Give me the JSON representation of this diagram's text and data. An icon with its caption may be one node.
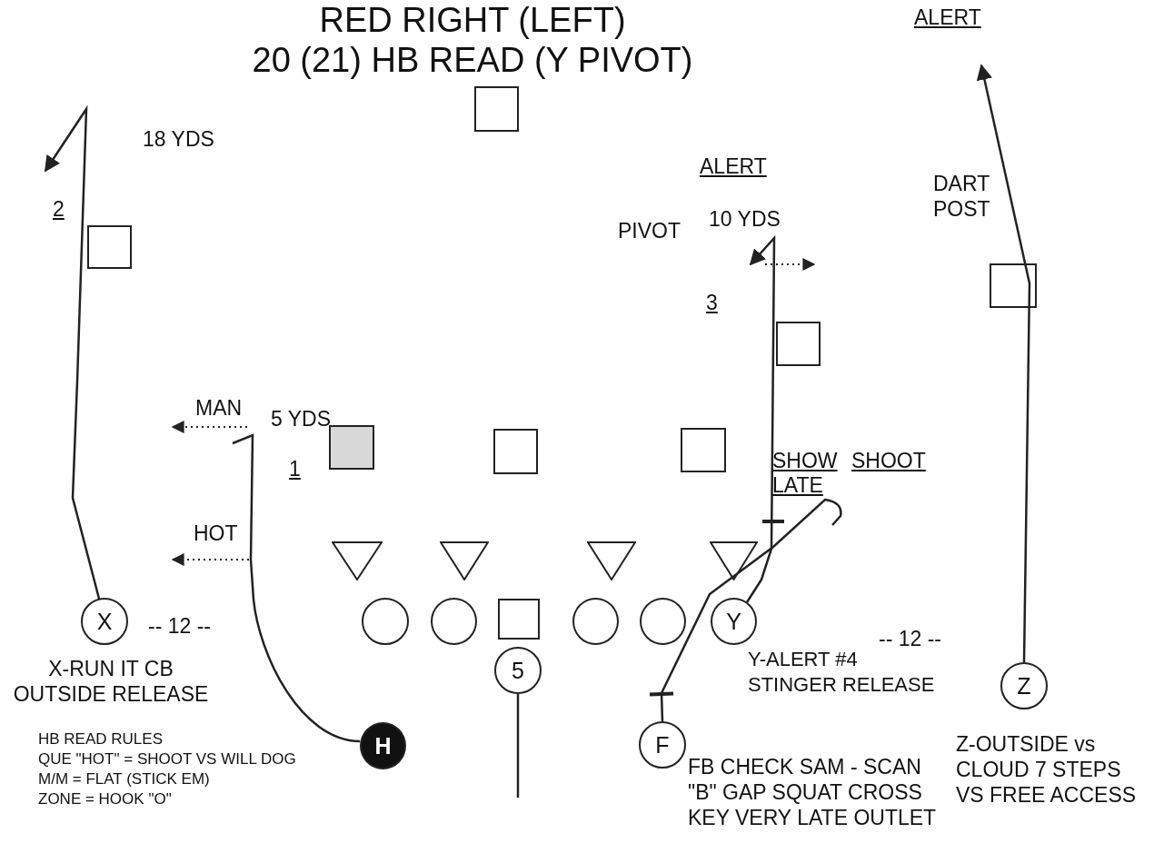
{
  "diagram": {
    "title": "RED RIGHT (LEFT) 20 (21) HB READ (Y PIVOT)",
    "nodes": [
      {
        "text": [],
        "shape": "box"
      },
      {
        "text": [],
        "shape": "box"
      },
      {
        "text": [],
        "shape": "box"
      },
      {
        "text": [],
        "shape": "box"
      },
      {
        "text": [],
        "shape": "box"
      },
      {
        "text": [],
        "shape": "box"
      },
      {
        "text": [],
        "shape": "box"
      },
      {
        "text": [],
        "shape": "triangle"
      },
      {
        "text": [],
        "shape": "triangle"
      },
      {
        "text": [],
        "shape": "triangle"
      },
      {
        "text": [],
        "shape": "triangle"
      },
      {
        "text": [
          "X"
        ],
        "beside": [
          "X-RUN IT CB OUTSIDE RELEASE"
        ]
      },
      {
        "text": [],
        "shape": "circle"
      },
      {
        "text": [],
        "shape": "circle"
      },
      {
        "text": [],
        "shape": "box"
      },
      {
        "text": [],
        "shape": "circle"
      },
      {
        "text": [],
        "shape": "circle"
      },
      {
        "text": [
          "Y"
        ],
        "beside": [
          "Y-ALERT #4 STINGER RELEASE"
        ]
      },
      {
        "text": [
          "5"
        ]
      },
      {
        "text": [
          "Z"
        ],
        "beside": [
          "Z-OUTSIDE vs CLOUD 7 STEPS VS FREE ACCESS"
        ]
      },
      {
        "text": [
          "H"
        ]
      },
      {
        "text": [
          "F"
        ],
        "beside": [
          "FB CHECK SAM - SCAN \"B\" GAP SQUAT CROSS KEY VERY LATE OUTLET"
        ]
      }
    ],
    "edges": [
      {
        "from": 11,
        "to": null,
        "arrow": "to"
      },
      {
        "from": 20,
        "to": null,
        "arrow": "none"
      },
      {
        "from": 17,
        "to": null,
        "arrow": "to"
      },
      {
        "from": 21,
        "to": null,
        "arrow": "other"
      },
      {
        "from": 19,
        "to": null,
        "arrow": "to"
      },
      {
        "from": 18,
        "to": null,
        "arrow": "none"
      }
    ],
    "labels": [
      "ALERT",
      "18 YDS",
      "ALERT",
      "DART POST",
      "2",
      "10 YDS",
      "PIVOT",
      "3",
      "MAN",
      "5 YDS",
      "SHOW",
      "SHOOT",
      "1",
      "LATE",
      "HOT",
      "-- 12 --",
      "-- 12 --",
      "HB READ RULES",
      "QUE \"HOT\" = SHOOT VS WILL DOG",
      "M/M = FLAT (STICK EM)",
      "ZONE = HOOK \"O\""
    ]
  }
}
